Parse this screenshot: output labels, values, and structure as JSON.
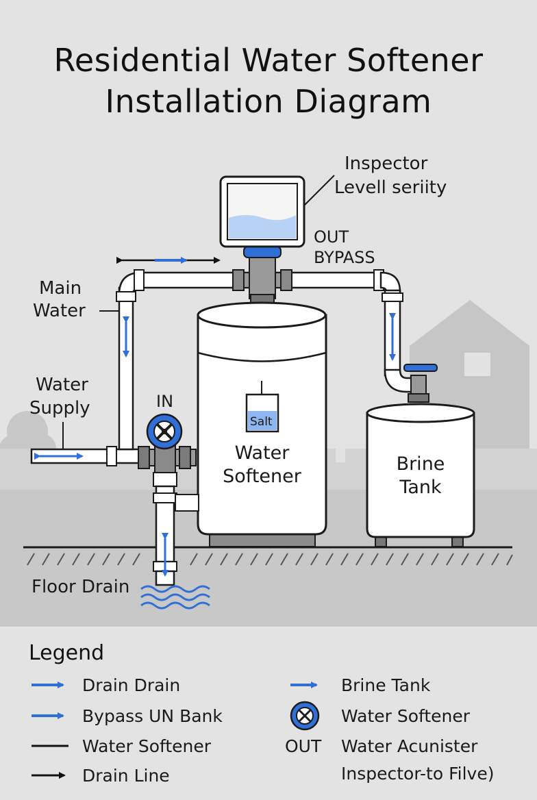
{
  "title_line1": "Residential Water Softener",
  "title_line2": "Installation Diagram",
  "labels": {
    "inspector_line1": "Inspector",
    "inspector_line2": "Levell seriity",
    "out": "OUT",
    "bypass": "BYPASS",
    "main_water_line1": "Main",
    "main_water_line2": "Water",
    "water_supply_line1": "Water",
    "water_supply_line2": "Supply",
    "in": "IN",
    "salt": "Salt",
    "softener_line1": "Water",
    "softener_line2": "Softener",
    "brine_line1": "Brine",
    "brine_line2": "Tank",
    "floor_drain": "Floor Drain"
  },
  "legend": {
    "title": "Legend",
    "items": [
      {
        "label": "Drain Drain",
        "icon": "blue-arrow-icon"
      },
      {
        "label": "Bypass UN Bank",
        "icon": "blue-arrow-icon"
      },
      {
        "label": "Water Softener",
        "icon": "line-icon"
      },
      {
        "label": "Drain Line",
        "icon": "black-arrow-icon"
      },
      {
        "label": "Brine Tank",
        "icon": "blue-arrow-icon"
      },
      {
        "label": "Water Softener",
        "icon": "valve-icon"
      },
      {
        "label": "Water Acunister",
        "icon": "out-text",
        "icon_text": "OUT"
      },
      {
        "label": "Inspector-to Filve)",
        "icon": "none"
      }
    ]
  },
  "colors": {
    "background": "#e3e3e3",
    "ground": "#c9c9c9",
    "accent_blue": "#2f6fd6",
    "pipe": "#ffffff",
    "outline": "#1b1b1b",
    "silhouette": "#c4c4c4"
  }
}
